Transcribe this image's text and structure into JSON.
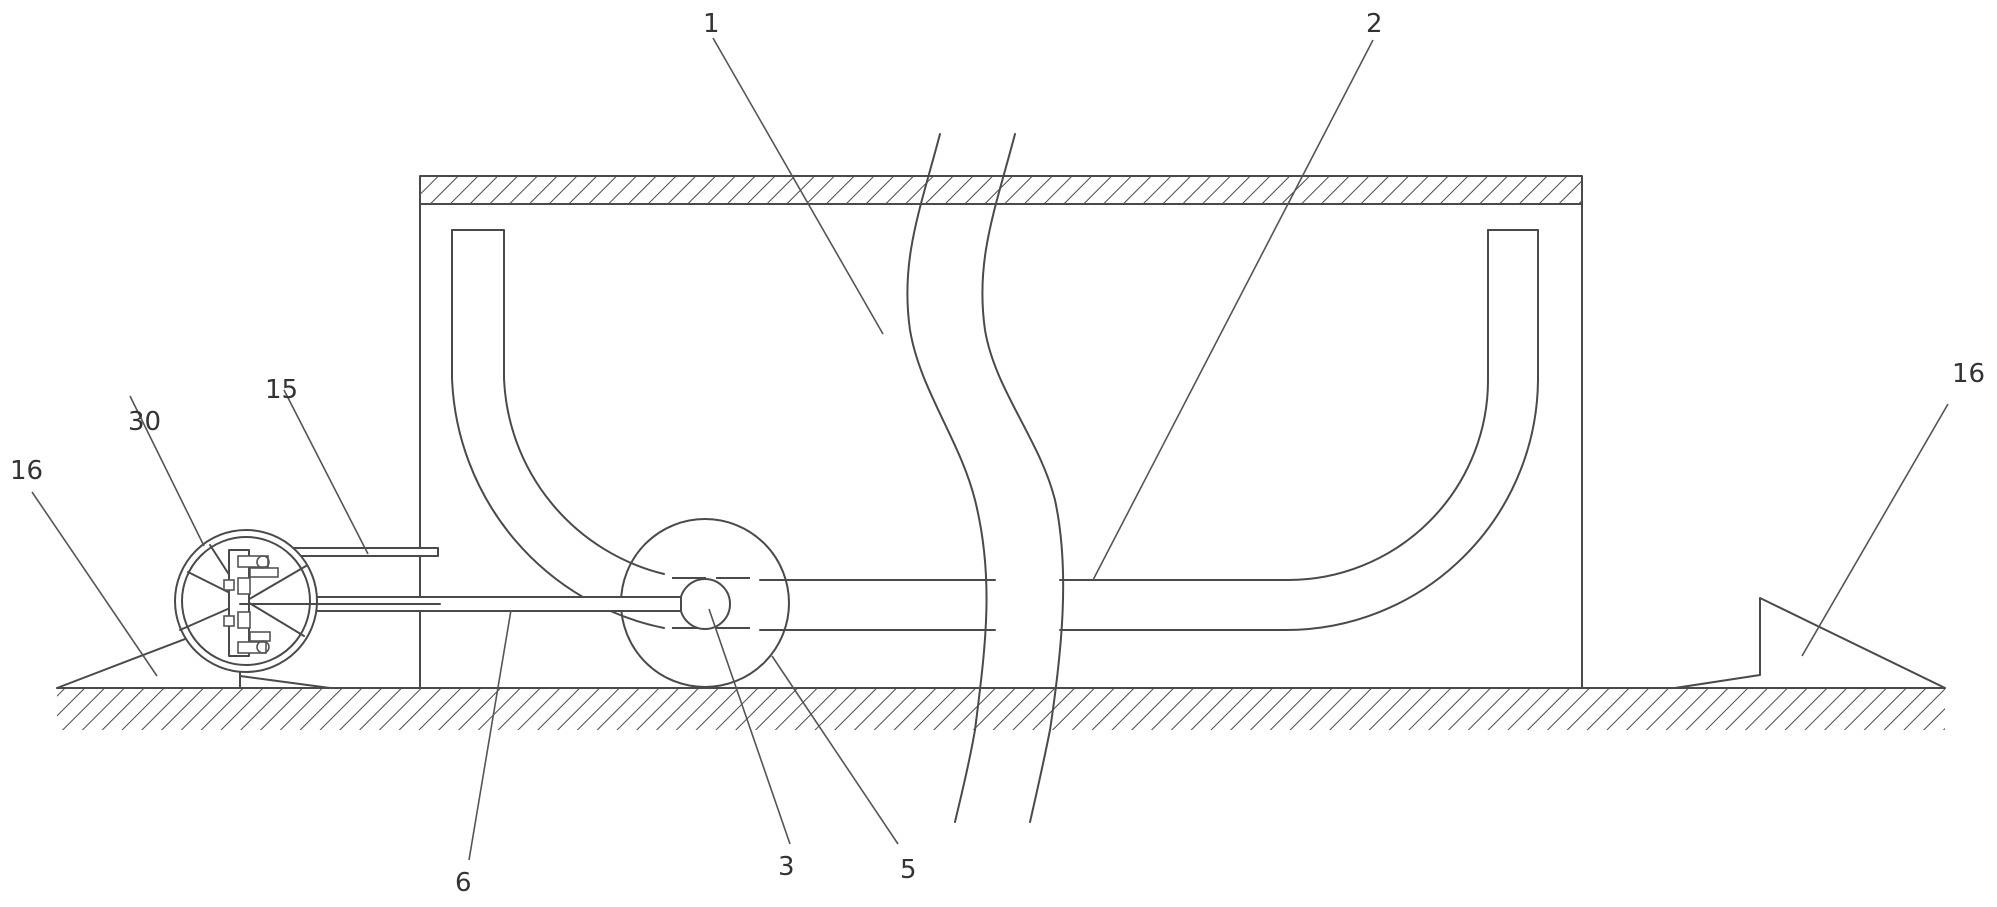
{
  "labels": {
    "l1": "1",
    "l2": "2",
    "l3": "3",
    "l5": "5",
    "l6": "6",
    "l15": "15",
    "l16_left": "16",
    "l16_right": "16",
    "l30": "30"
  },
  "colors": {
    "line": "#4a4a4a",
    "text": "#333333",
    "background": "#ffffff"
  }
}
